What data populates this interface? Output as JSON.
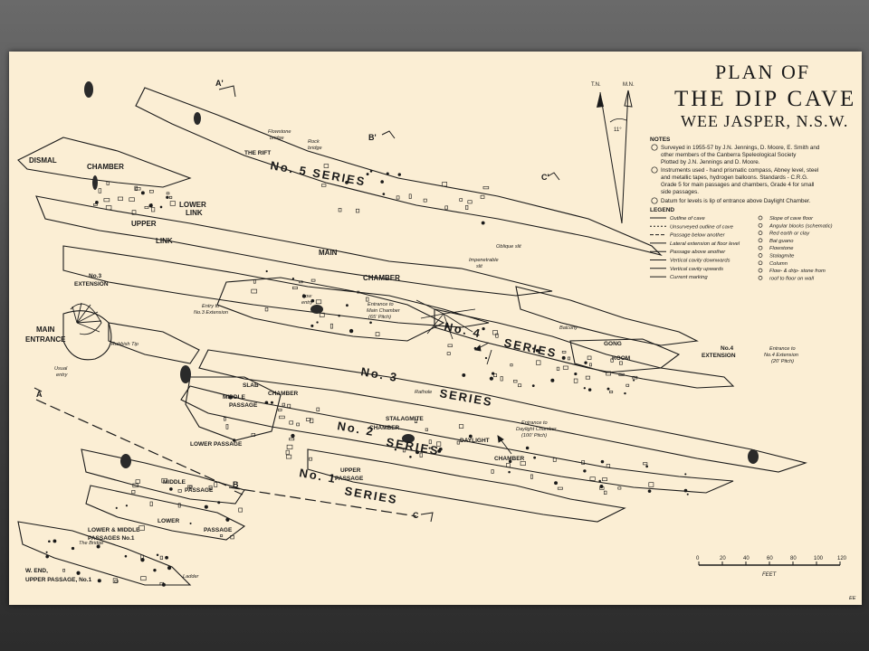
{
  "title": {
    "line1": "PLAN OF",
    "line2": "THE DIP CAVE",
    "line3": "WEE JASPER, N.S.W."
  },
  "north": {
    "true_north": "T.N.",
    "magnetic_north": "M.N.",
    "declination": "11°"
  },
  "notes": {
    "heading": "NOTES",
    "n1_lines": [
      "Surveyed in 1955-57 by J.N. Jennings, D. Moore, E. Smith and",
      "other members of the Canberra Speleological Society",
      "Plotted by J.N. Jennings and D. Moore."
    ],
    "n2_lines": [
      "Instruments used - hand prismatic compass, Abney level, steel",
      "and metallic tapes, hydrogen balloons. Standards - C.R.G.",
      "Grade 5 for main passages and chambers, Grade 4 for small",
      "side passages."
    ],
    "n3_lines": [
      "Datum for levels is lip of entrance above Daylight Chamber."
    ]
  },
  "legend": {
    "heading": "LEGEND",
    "left": [
      "Outline of cave",
      "Unsurveyed outline of cave",
      "Passage below another",
      "Lateral extension at floor level",
      "Passage above another",
      "Vertical cavity downwards",
      "Vertical cavity upwards",
      "Current marking"
    ],
    "right": [
      "Slope of cave floor",
      "Angular blocks (schematic)",
      "Red earth or clay",
      "Bat guano",
      "Flowstone",
      "Stalagmite",
      "Column",
      "Flow- & drip- stone from",
      "roof to floor on wall"
    ]
  },
  "scale": {
    "ticks": [
      "0",
      "20",
      "40",
      "60",
      "80",
      "100",
      "120"
    ],
    "unit": "FEET"
  },
  "series": {
    "s5": "No. 5  SERIES",
    "s4": "No. 4",
    "s4b": "SERIES",
    "s3": "No. 3",
    "s3b": "SERIES",
    "s2": "No. 2",
    "s2b": "SERIES",
    "s1": "No. 1",
    "s1b": "SERIES"
  },
  "sections": {
    "a_prime": "A'",
    "b_prime": "B'",
    "c_prime": "C'",
    "a": "A",
    "b": "B",
    "c": "C"
  },
  "labels": {
    "dismal": "DISMAL",
    "chamber": "CHAMBER",
    "lower": "LOWER",
    "link": "LINK",
    "upper": "UPPER",
    "no3ext": "No.3",
    "no3ext_b": "EXTENSION",
    "main_entrance": "MAIN",
    "main_entrance_b": "ENTRANCE",
    "usual": "Usual",
    "usual_b": "entry",
    "rubbish": "Rubbish Tip",
    "the_rift": "THE RIFT",
    "flowstone_bridge": "Flowstone",
    "flowstone_bridge_b": "bridge",
    "rock_bridge": "Rock",
    "rock_bridge_b": "bridge",
    "main_chamber": "MAIN",
    "main_chamber_b": "CHAMBER",
    "oblique_slit": "Oblique slit",
    "impenetrable": "Impenetrable",
    "impenetrable_b": "slit",
    "entry_to": "Entry to",
    "entry_to_b": "No.3 Extension",
    "low_entry": "Low",
    "low_entry_b": "entry",
    "entrance_main": "Entrance to",
    "entrance_main_b": "Main Chamber",
    "entrance_main_c": "(65' Pitch)",
    "balcony": "Balcony",
    "gong": "GONG",
    "room": "ROOM",
    "no4ext": "No.4",
    "no4ext_b": "EXTENSION",
    "entrance_no4": "Entrance to",
    "entrance_no4_b": "No.4 Extension",
    "entrance_no4_c": "(20' Pitch)",
    "slab": "SLAB",
    "slab_chamber": "CHAMBER",
    "middle": "MIDDLE",
    "middle_passage": "PASSAGE",
    "rathole": "Rathole",
    "stalagmite": "STALAGMITE",
    "stalagmite_b": "CHAMBER",
    "entrance_daylight": "Entrance to",
    "entrance_daylight_b": "Daylight Chamber",
    "entrance_daylight_c": "(100' Pitch)",
    "daylight": "DAYLIGHT",
    "daylight_b": "CHAMBER",
    "lower_passage": "LOWER  PASSAGE",
    "upper_passage": "UPPER",
    "upper_passage_b": "PASSAGE",
    "middle2": "MIDDLE",
    "middle2_b": "PASSAGE",
    "lower2": "LOWER",
    "passage2": "PASSAGE",
    "lm_passages": "LOWER & MIDDLE",
    "lm_passages_b": "PASSAGES No.1",
    "the_bridge": "The Bridge",
    "w_end": "W. END,",
    "w_end_b": "UPPER PASSAGE, No.1",
    "ladder": "Ladder"
  },
  "signature": "EE"
}
